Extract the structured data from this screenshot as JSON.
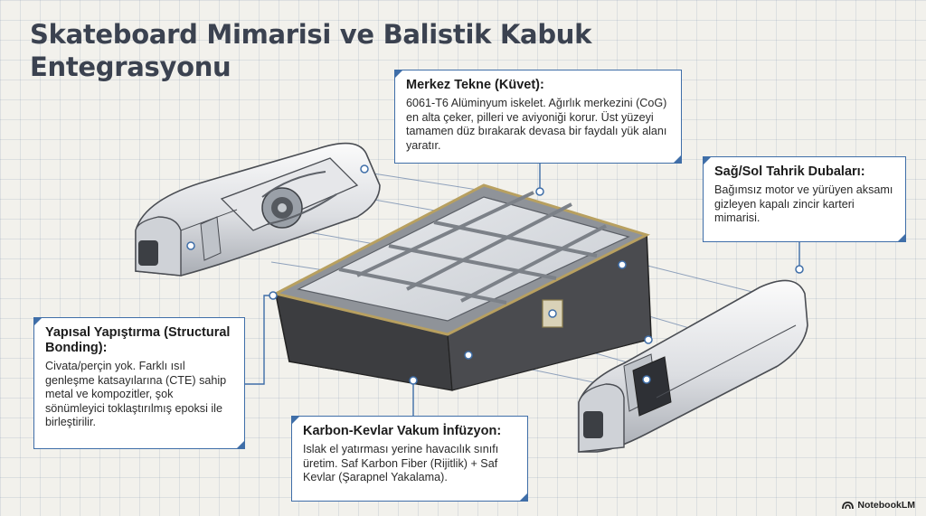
{
  "title": "Skateboard Mimarisi ve Balistik Kabuk Entegrasyonu",
  "callouts": {
    "merkez": {
      "heading": "Merkez Tekne (Küvet):",
      "body": "6061-T6 Alüminyum iskelet. Ağırlık merkezini (CoG) en alta çeker, pilleri ve aviyoniği korur. Üst yüzeyi tamamen düz bırakarak devasa bir faydalı yük alanı yaratır."
    },
    "tahrik": {
      "heading": "Sağ/Sol Tahrik Dubaları:",
      "body": "Bağımsız motor ve yürüyen aksamı gizleyen kapalı zincir karteri mimarisi."
    },
    "yapisal": {
      "heading": "Yapısal Yapıştırma (Structural Bonding):",
      "body": "Civata/perçin yok. Farklı ısıl genleşme katsayılarına (CTE) sahip metal ve kompozitler, şok sönümleyici toklaştırılmış epoksi ile birleştirilir."
    },
    "karbon": {
      "heading": "Karbon-Kevlar Vakum İnfüzyon:",
      "body": "Islak el yatırması yerine havacılık sınıfı üretim. Saf Karbon Fiber (Rijitlik) + Saf Kevlar (Şarapnel Yakalama)."
    }
  },
  "brand": "NotebookLM",
  "icons": [
    "notebooklm-logo-icon"
  ],
  "colors": {
    "accent": "#3f6ea8",
    "title": "#3b4250"
  }
}
